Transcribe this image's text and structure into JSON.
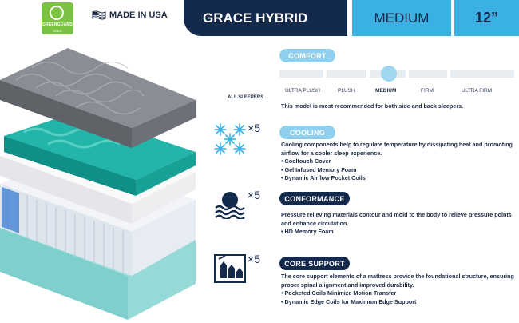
{
  "header": {
    "cert_logo_text": "GREENGUARD",
    "cert_logo_sub": "GOLD",
    "made_in": "MADE IN USA",
    "product_name": "GRACE HYBRID",
    "firmness": "MEDIUM",
    "height": "12”"
  },
  "comfort": {
    "label": "COMFORT",
    "sleepers_label": "ALL SLEEPERS",
    "scale": [
      "ULTRA PLUSH",
      "PLUSH",
      "MEDIUM",
      "FIRM",
      "ULTRA FIRM"
    ],
    "selected": "MEDIUM",
    "recommendation": "This model is most recommended for both side and back sleepers."
  },
  "cooling": {
    "label": "COOLING",
    "rating": "5",
    "description": "Cooling components help to regulate temperature by dissipating heat and promoting airflow for a cooler sleep experience.",
    "items": [
      "Cooltouch Cover",
      "Gel Infused Memory Foam",
      "Dynamic Airflow Pocket Coils"
    ]
  },
  "conformance": {
    "label": "CONFORMANCE",
    "rating": "5",
    "description": "Pressure relieving materials contour and mold to the body to relieve pressure points and enhance circulation.",
    "items": [
      "HD Memory Foam"
    ]
  },
  "core_support": {
    "label": "CORE SUPPORT",
    "rating": "5",
    "description": "The core support elements of a mattress provide the foundational structure, ensuring proper spinal alignment and improved durability.",
    "items": [
      "Pocketed Coils Minimize Motion Transfer",
      "Dynamic Edge Coils for Maximum Edge Support"
    ]
  },
  "colors": {
    "navy": "#142a4c",
    "blue": "#3ab0e3",
    "light_blue": "#8fd0ee",
    "green": "#7cc242",
    "teal_gel": "#1fb3a8"
  }
}
